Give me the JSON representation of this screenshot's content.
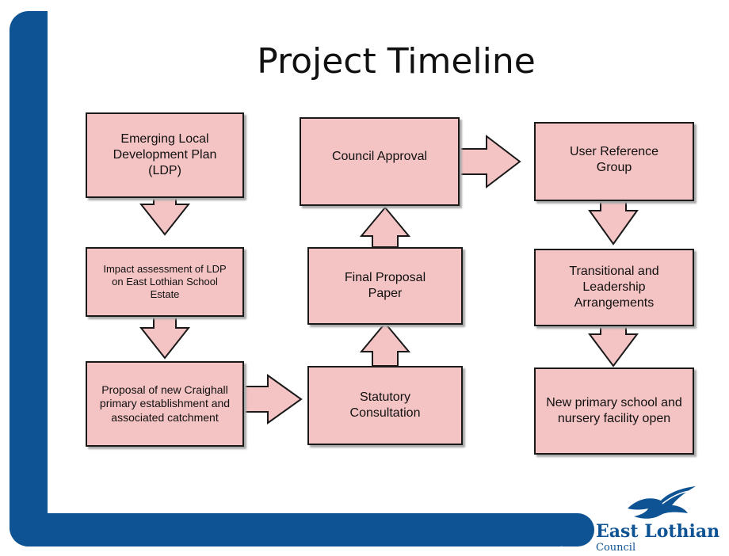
{
  "slide": {
    "title": "Project Timeline"
  },
  "steps": {
    "emerging_ldp": "Emerging Local Development Plan (LDP)",
    "impact_assessment": "Impact assessment of LDP on East Lothian School Estate",
    "proposal": "Proposal of new Craighall primary establishment and associated catchment",
    "statutory_consultation": "Statutory Consultation",
    "final_proposal": "Final Proposal Paper",
    "council_approval": "Council Approval",
    "user_reference_group": "User Reference Group",
    "transitional": "Transitional and Leadership Arrangements",
    "new_school": "New primary school and nursery facility open"
  },
  "colors": {
    "frame": "#0e5394",
    "box_fill": "#f4c3c3",
    "box_border": "#1a1a1a"
  },
  "logo": {
    "name": "East Lothian",
    "sub": "Council",
    "icon": "bird-icon"
  }
}
